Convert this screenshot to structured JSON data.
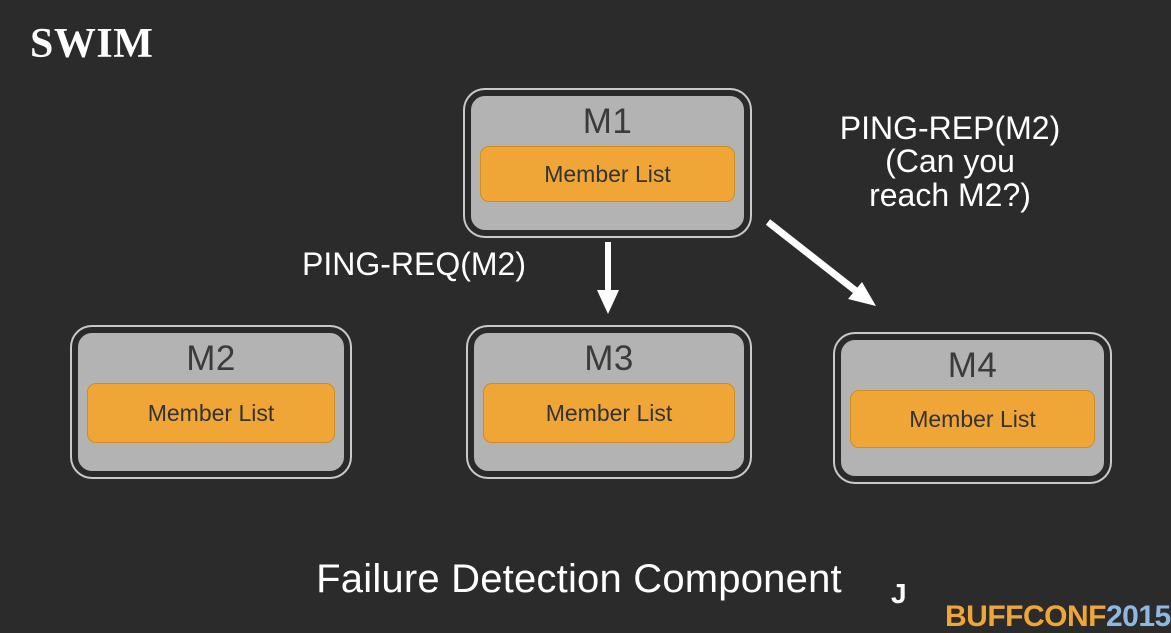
{
  "slide": {
    "title": "SWIM",
    "caption": "Failure Detection Component",
    "background_color": "#2b2b2b"
  },
  "colors": {
    "background": "#2b2b2b",
    "node_fill": "#b3b3b3",
    "node_border": "#2a2a2a",
    "node_outline": "#c9c9c9",
    "member_list_fill": "#f0a637",
    "text_light": "#ffffff",
    "text_dark": "#3b3b3b"
  },
  "nodes": [
    {
      "id": "m1",
      "label": "M1",
      "member_list_label": "Member List"
    },
    {
      "id": "m2",
      "label": "M2",
      "member_list_label": "Member List"
    },
    {
      "id": "m3",
      "label": "M3",
      "member_list_label": "Member List"
    },
    {
      "id": "m4",
      "label": "M4",
      "member_list_label": "Member List"
    }
  ],
  "arrows": [
    {
      "id": "ping-req",
      "from": "M1",
      "to": "M3",
      "label": "PING-REQ(M2)",
      "direction": "down"
    },
    {
      "id": "ping-rep",
      "from": "M1",
      "to": "M4",
      "label_line1": "PING-REP(M2)",
      "label_line2": "(Can you",
      "label_line3": "reach M2?)",
      "direction": "diagonal-down-right"
    }
  ],
  "corner_logo": {
    "text_primary": "BUFFCONF",
    "text_secondary": "2015"
  }
}
